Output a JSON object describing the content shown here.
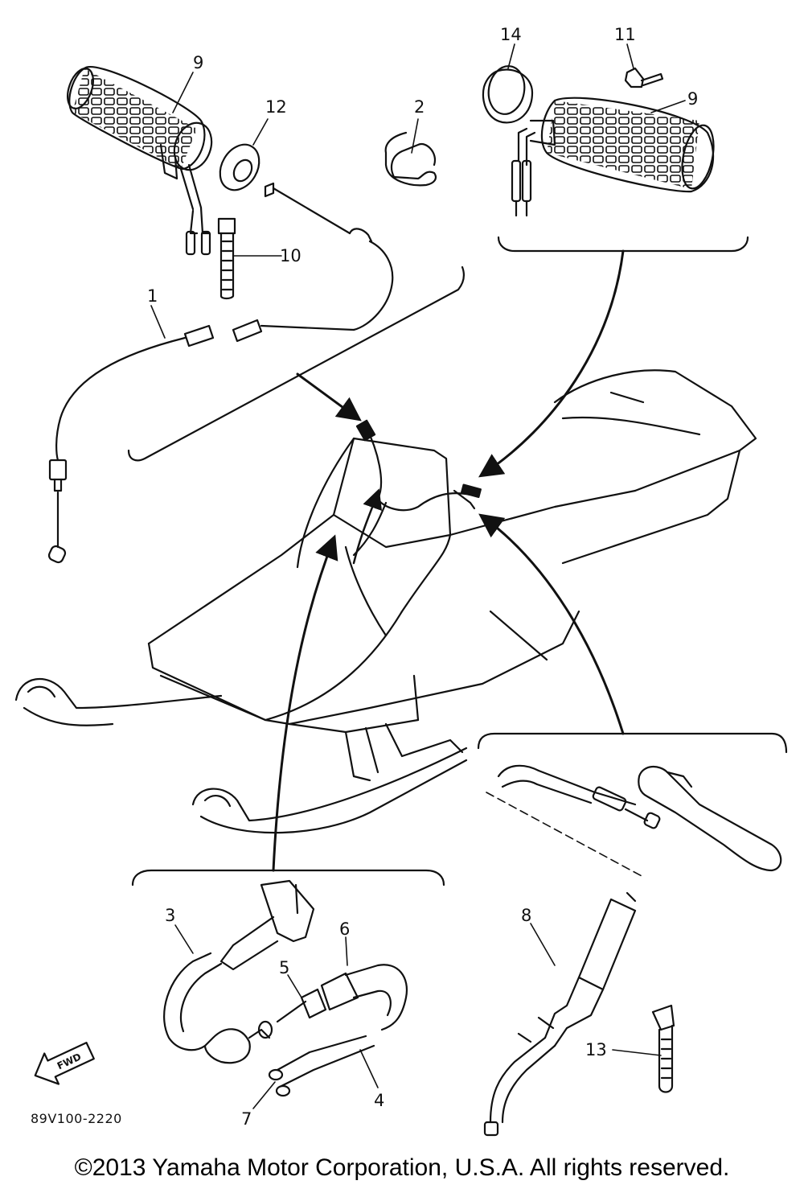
{
  "diagram": {
    "callouts": [
      {
        "id": "c1",
        "label": "1"
      },
      {
        "id": "c2",
        "label": "2"
      },
      {
        "id": "c3",
        "label": "3"
      },
      {
        "id": "c4",
        "label": "4"
      },
      {
        "id": "c5",
        "label": "5"
      },
      {
        "id": "c6",
        "label": "6"
      },
      {
        "id": "c7",
        "label": "7"
      },
      {
        "id": "c8",
        "label": "8"
      },
      {
        "id": "c9a",
        "label": "9"
      },
      {
        "id": "c9b",
        "label": "9"
      },
      {
        "id": "c10",
        "label": "10"
      },
      {
        "id": "c11",
        "label": "11"
      },
      {
        "id": "c12",
        "label": "12"
      },
      {
        "id": "c13",
        "label": "13"
      },
      {
        "id": "c14",
        "label": "14"
      }
    ],
    "fwd_label": "FWD",
    "figure_code": "89V100-2220",
    "ink_color": "#111111"
  },
  "footer": {
    "copyright": "©2013 Yamaha Motor Corporation, U.S.A. All rights reserved."
  }
}
